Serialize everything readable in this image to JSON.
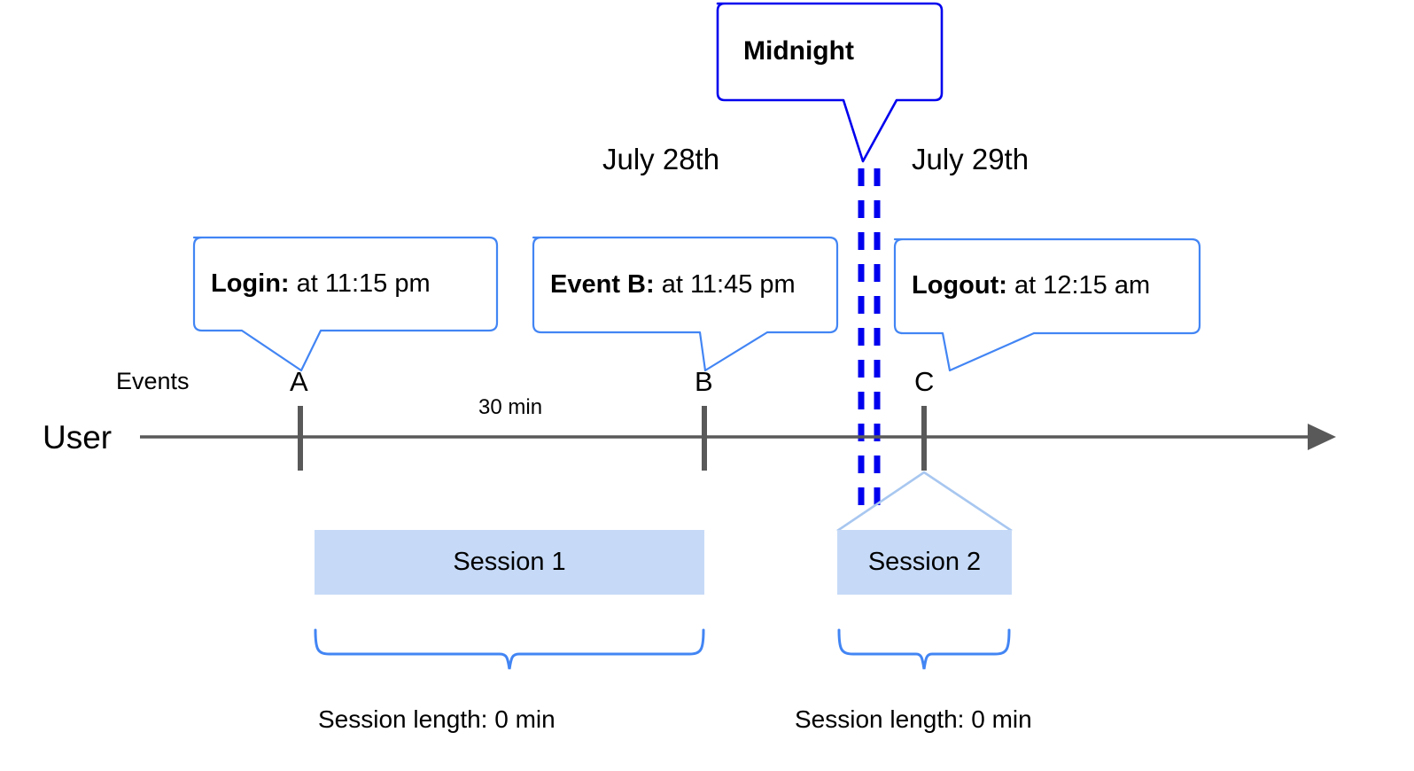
{
  "diagram": {
    "title_callout": {
      "label": "Midnight"
    },
    "date_headers": [
      {
        "label": "July 28th"
      },
      {
        "label": "July 29th"
      }
    ],
    "axis": {
      "row_label": "User",
      "events_label": "Events",
      "duration_label": "30 min"
    },
    "events": [
      {
        "letter": "A",
        "bold": "Login:",
        "detail": " at 11:15 pm"
      },
      {
        "letter": "B",
        "bold": "Event B:",
        "detail": " at 11:45 pm"
      },
      {
        "letter": "C",
        "bold": "Logout:",
        "detail": " at 12:15 am"
      }
    ],
    "sessions": [
      {
        "label": "Session 1",
        "length_label": "Session length: 0 min"
      },
      {
        "label": "Session 2",
        "length_label": "Session length: 0 min"
      }
    ],
    "colors": {
      "callout_border": "#4285f4",
      "midnight_border": "#0000ee",
      "midnight_dash": "#0000ee",
      "axis": "#595959",
      "session_fill": "#c6daf7",
      "connector": "#a8c7f0",
      "brace": "#4285f4"
    }
  }
}
